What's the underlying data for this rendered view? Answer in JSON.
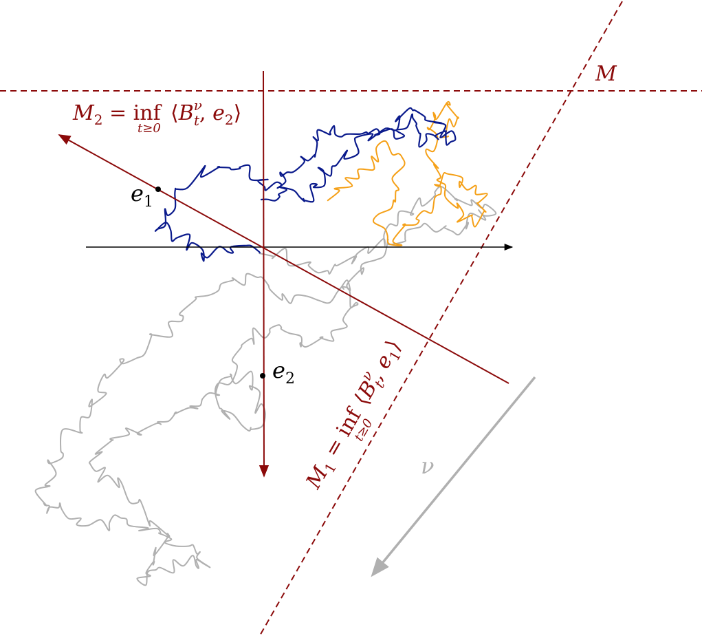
{
  "labels": {
    "m_main": "M",
    "m2_lhs": "M",
    "m2_sub": "2",
    "m2_eq": " = ",
    "m2_inf": "inf",
    "m2_infsub": "t≥0",
    "m2_open": "⟨",
    "m2_B": "B",
    "m2_nu": "ν",
    "m2_t": "t",
    "m2_comma": ", ",
    "m2_e": "e",
    "m2_e_sub": "2",
    "m2_close": "⟩",
    "m1_lhs": "M",
    "m1_sub": "1",
    "m1_eq": " = ",
    "m1_inf": "inf",
    "m1_infsub": "t≥0",
    "m1_open": "⟨",
    "m1_B": "B",
    "m1_nu": "ν",
    "m1_t": "t",
    "m1_comma": ", ",
    "m1_e": "e",
    "m1_e_sub": "1",
    "m1_close": "⟩",
    "e1": "e",
    "e1_sub": "1",
    "e2": "e",
    "e2_sub": "2",
    "nu": "ν"
  },
  "colors": {
    "darkred": "#8b0a0a",
    "blue": "#0a1a8c",
    "orange": "#f5a017",
    "gray": "#b0b0b0",
    "black": "#000000"
  }
}
